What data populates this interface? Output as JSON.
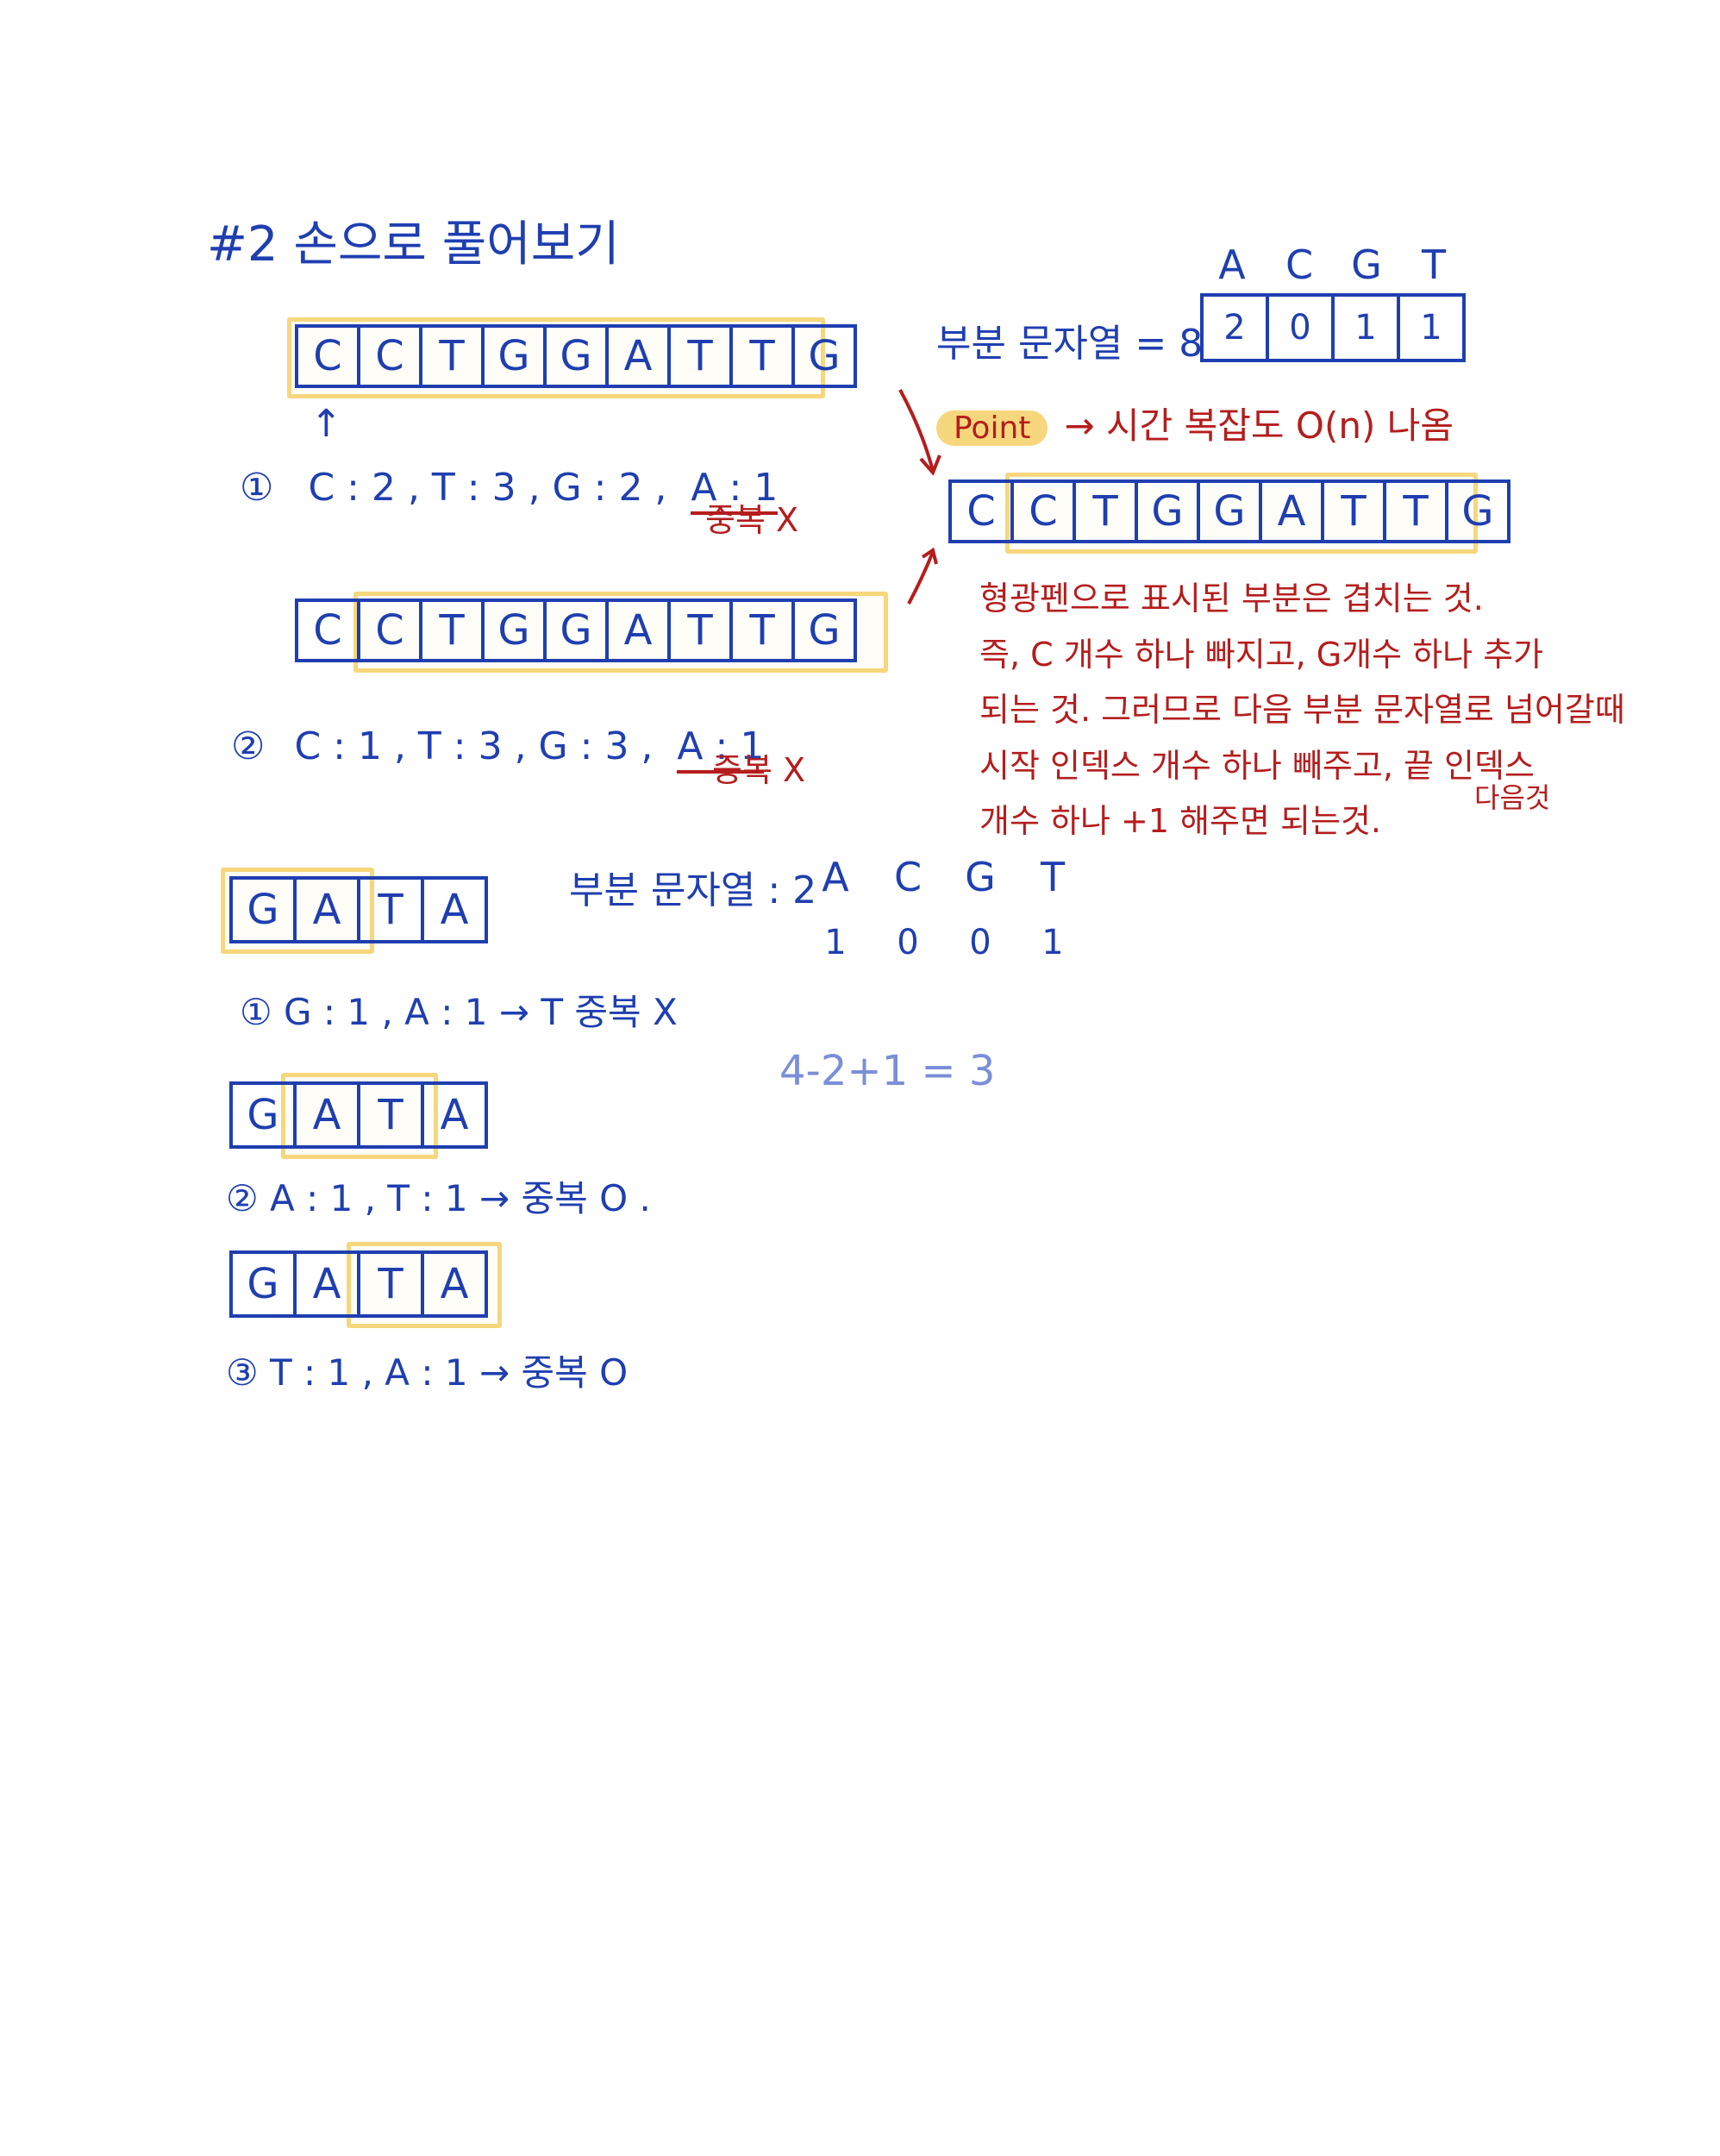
{
  "title": "#2 손으로 풀어보기",
  "example1": {
    "letters": [
      "C",
      "C",
      "T",
      "G",
      "G",
      "A",
      "T",
      "T",
      "G"
    ],
    "arrow": "↑",
    "step1": {
      "num": "①",
      "text": "C : 2 , T : 3 ,  G : 2 ,",
      "underlined": "A : 1",
      "dup": "중복 X"
    },
    "step2": {
      "num": "②",
      "text": "C : 1 , T : 3 , G : 3 ,",
      "underlined": "A : 1",
      "dup": "중복 X"
    },
    "substring_label": "부분 문자열 = 8",
    "count_headers": [
      "A",
      "C",
      "G",
      "T"
    ],
    "count_values": [
      "2",
      "0",
      "1",
      "1"
    ],
    "point_label": "Point",
    "point_text": "→ 시간 복잡도  O(n) 나옴",
    "note_lines": [
      "형광펜으로 표시된 부분은 겹치는 것.",
      "즉, C 개수 하나 빠지고,  G개수 하나 추가",
      "되는 것. 그러므로  다음 부분 문자열로 넘어갈때",
      "시작 인덱스 개수 하나 빼주고, 끝 인덱스",
      "개수 하나 +1 해주면 되는것."
    ],
    "note_extra": "다음것"
  },
  "example2": {
    "letters": [
      "G",
      "A",
      "T",
      "A"
    ],
    "substring_label": "부분 문자열 : 2",
    "count_headers": [
      "A",
      "C",
      "G",
      "T"
    ],
    "count_values": [
      "1",
      "0",
      "0",
      "1"
    ],
    "calc": "4-2+1 = 3",
    "step1": "① G : 1 ,  A : 1  → T  중복 X",
    "step2": "② A : 1 ,  T : 1  → 중복 O .",
    "step3": "③ T : 1 ,  A : 1   →  중복 O"
  }
}
